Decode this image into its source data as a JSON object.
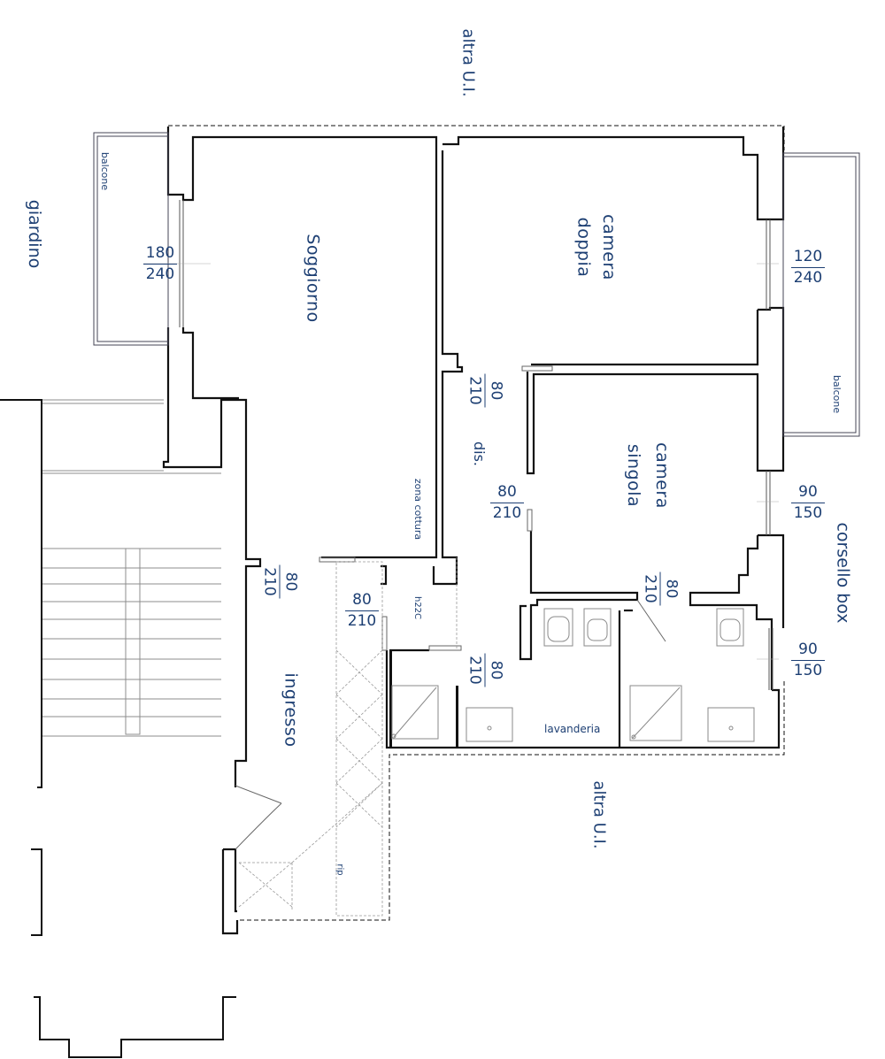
{
  "rooms": {
    "soggiorno": "Soggiorno",
    "camera_doppia_1": "camera",
    "camera_doppia_2": "doppia",
    "camera_singola_1": "camera",
    "camera_singola_2": "singola",
    "dis": "dis.",
    "zona_cottura": "zona cottura",
    "h2c": "h22C",
    "ingresso": "ingresso",
    "lavanderia": "lavanderia",
    "rip": "rip"
  },
  "surroundings": {
    "altra_top": "altra U.I.",
    "altra_bottom": "altra U.I.",
    "giardino": "giardino",
    "corsello": "corsello box",
    "balcone_left": "balcone",
    "balcone_right": "balcone"
  },
  "dimensions": {
    "win_soggiorno": {
      "w": "180",
      "h": "240"
    },
    "win_camera_doppia": {
      "w": "120",
      "h": "240"
    },
    "door_camera_doppia": {
      "w": "80",
      "h": "210"
    },
    "door_camera_singola": {
      "w": "80",
      "h": "210"
    },
    "win_camera_singola": {
      "w": "90",
      "h": "150"
    },
    "door_soggiorno": {
      "w": "80",
      "h": "210"
    },
    "door_h2c": {
      "w": "80",
      "h": "210"
    },
    "door_bagno_1": {
      "w": "80",
      "h": "210"
    },
    "door_bagno_2": {
      "w": "80",
      "h": "210"
    },
    "win_bagno": {
      "w": "90",
      "h": "150"
    }
  },
  "colors": {
    "wall": "#111111",
    "label": "#1d3f73",
    "fixture": "#8a8a8a"
  }
}
